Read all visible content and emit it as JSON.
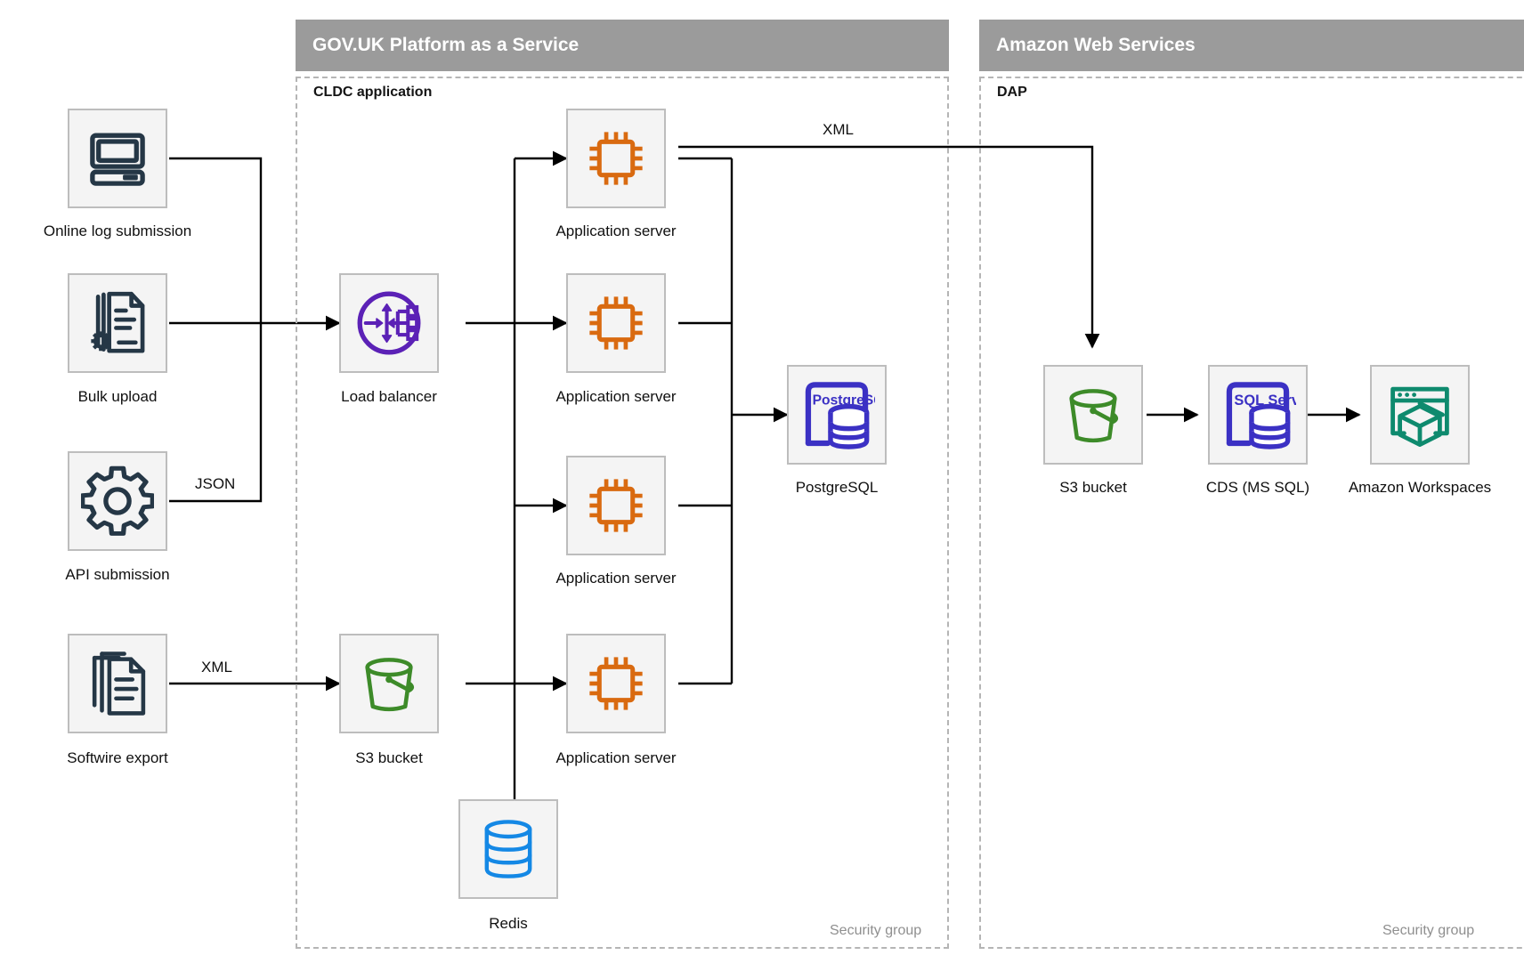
{
  "zones": [
    {
      "id": "paas",
      "title": "GOV.UK Platform as a Service",
      "sub_label": "CLDC application",
      "footer_label": "Security group"
    },
    {
      "id": "aws",
      "title": "Amazon Web Services",
      "sub_label": "DAP",
      "footer_label": "Security group"
    }
  ],
  "nodes": [
    {
      "id": "online-log-submission",
      "label": "Online log submission",
      "icon": "desktop-computer-icon",
      "color": "#253746"
    },
    {
      "id": "bulk-upload",
      "label": "Bulk upload",
      "icon": "document-gear-icon",
      "color": "#253746"
    },
    {
      "id": "api-submission",
      "label": "API submission",
      "icon": "gear-icon",
      "color": "#253746"
    },
    {
      "id": "softwire-export",
      "label": "Softwire export",
      "icon": "document-stack-icon",
      "color": "#253746"
    },
    {
      "id": "load-balancer",
      "label": "Load balancer",
      "icon": "load-balancer-icon",
      "color": "#5b21b6"
    },
    {
      "id": "s3-bucket-paas",
      "label": "S3 bucket",
      "icon": "bucket-icon",
      "color": "#3d8b29"
    },
    {
      "id": "app-server-1",
      "label": "Application server",
      "icon": "cpu-chip-icon",
      "color": "#d96a10"
    },
    {
      "id": "app-server-2",
      "label": "Application server",
      "icon": "cpu-chip-icon",
      "color": "#d96a10"
    },
    {
      "id": "app-server-3",
      "label": "Application server",
      "icon": "cpu-chip-icon",
      "color": "#d96a10"
    },
    {
      "id": "app-server-4",
      "label": "Application server",
      "icon": "cpu-chip-icon",
      "color": "#d96a10"
    },
    {
      "id": "redis",
      "label": "Redis",
      "icon": "database-cylinder-icon",
      "color": "#1488e5"
    },
    {
      "id": "postgresql",
      "label": "PostgreSQL",
      "icon": "postgresql-icon",
      "color": "#3b31c4",
      "badge_text": "PostgreSQL"
    },
    {
      "id": "s3-bucket-aws",
      "label": "S3 bucket",
      "icon": "bucket-icon",
      "color": "#3d8b29"
    },
    {
      "id": "cds-ms-sql",
      "label": "CDS (MS SQL)",
      "icon": "sql-server-icon",
      "color": "#3b31c4",
      "badge_text": "SQL Server"
    },
    {
      "id": "amazon-workspaces",
      "label": "Amazon Workspaces",
      "icon": "workspaces-cube-icon",
      "color": "#0e8a6e"
    }
  ],
  "edge_labels": [
    {
      "id": "json-label",
      "text": "JSON"
    },
    {
      "id": "xml-softwire-label",
      "text": "XML"
    },
    {
      "id": "xml-dap-label",
      "text": "XML"
    }
  ],
  "colors": {
    "zone_header_bg": "#9b9b9b",
    "zone_header_text": "#ffffff",
    "zone_border": "#b5b5b5",
    "node_bg": "#f4f4f4",
    "node_border": "#bdbdbd",
    "connector": "#000000",
    "footer_text": "#8f8f8f"
  }
}
